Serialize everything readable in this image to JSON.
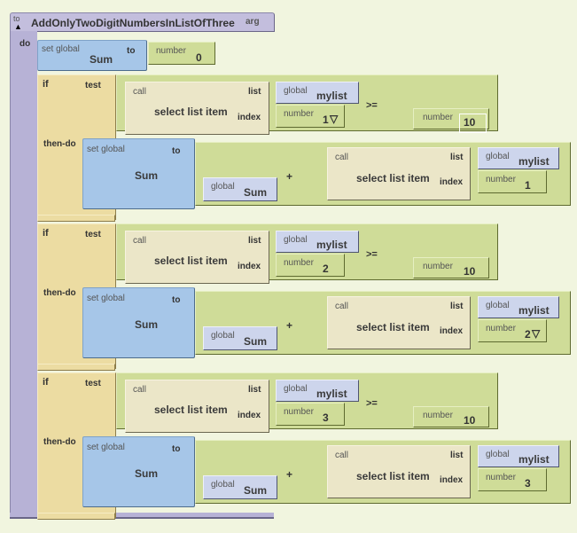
{
  "procedure": {
    "to_label": "to",
    "name": "AddOnlyTwoDigitNumbersInListOfThree",
    "arg_label": "arg",
    "do_label": "do",
    "collapse_icon": "triangle-up-icon"
  },
  "init": {
    "set_label": "set global",
    "var": "Sum",
    "to_label": "to",
    "number_label": "number",
    "value": "0"
  },
  "ifs": [
    {
      "if_label": "if",
      "test_label": "test",
      "then_label": "then-do",
      "cond": {
        "call_label": "call",
        "func": "select list item",
        "list_label": "list",
        "index_label": "index",
        "global_label": "global",
        "list_var": "mylist",
        "number_label": "number",
        "index_value": "1",
        "index_dropdown": true,
        "op": ">=",
        "cmp_number_label": "number",
        "cmp_value": "10"
      },
      "body": {
        "set_label": "set global",
        "var": "Sum",
        "to_label": "to",
        "left_global_label": "global",
        "left_var": "Sum",
        "op": "+",
        "call_label": "call",
        "func": "select list item",
        "list_label": "list",
        "index_label": "index",
        "global_label": "global",
        "list_var": "mylist",
        "number_label": "number",
        "index_value": "1",
        "index_dropdown": false
      }
    },
    {
      "if_label": "if",
      "test_label": "test",
      "then_label": "then-do",
      "cond": {
        "call_label": "call",
        "func": "select list item",
        "list_label": "list",
        "index_label": "index",
        "global_label": "global",
        "list_var": "mylist",
        "number_label": "number",
        "index_value": "2",
        "index_dropdown": false,
        "op": ">=",
        "cmp_number_label": "number",
        "cmp_value": "10"
      },
      "body": {
        "set_label": "set global",
        "var": "Sum",
        "to_label": "to",
        "left_global_label": "global",
        "left_var": "Sum",
        "op": "+",
        "call_label": "call",
        "func": "select list item",
        "list_label": "list",
        "index_label": "index",
        "global_label": "global",
        "list_var": "mylist",
        "number_label": "number",
        "index_value": "2",
        "index_dropdown": true
      }
    },
    {
      "if_label": "if",
      "test_label": "test",
      "then_label": "then-do",
      "cond": {
        "call_label": "call",
        "func": "select list item",
        "list_label": "list",
        "index_label": "index",
        "global_label": "global",
        "list_var": "mylist",
        "number_label": "number",
        "index_value": "3",
        "index_dropdown": false,
        "op": ">=",
        "cmp_number_label": "number",
        "cmp_value": "10"
      },
      "body": {
        "set_label": "set global",
        "var": "Sum",
        "to_label": "to",
        "left_global_label": "global",
        "left_var": "Sum",
        "op": "+",
        "call_label": "call",
        "func": "select list item",
        "list_label": "list",
        "index_label": "index",
        "global_label": "global",
        "list_var": "mylist",
        "number_label": "number",
        "index_value": "3",
        "index_dropdown": false
      }
    }
  ],
  "dropdown_glyph": "▽"
}
